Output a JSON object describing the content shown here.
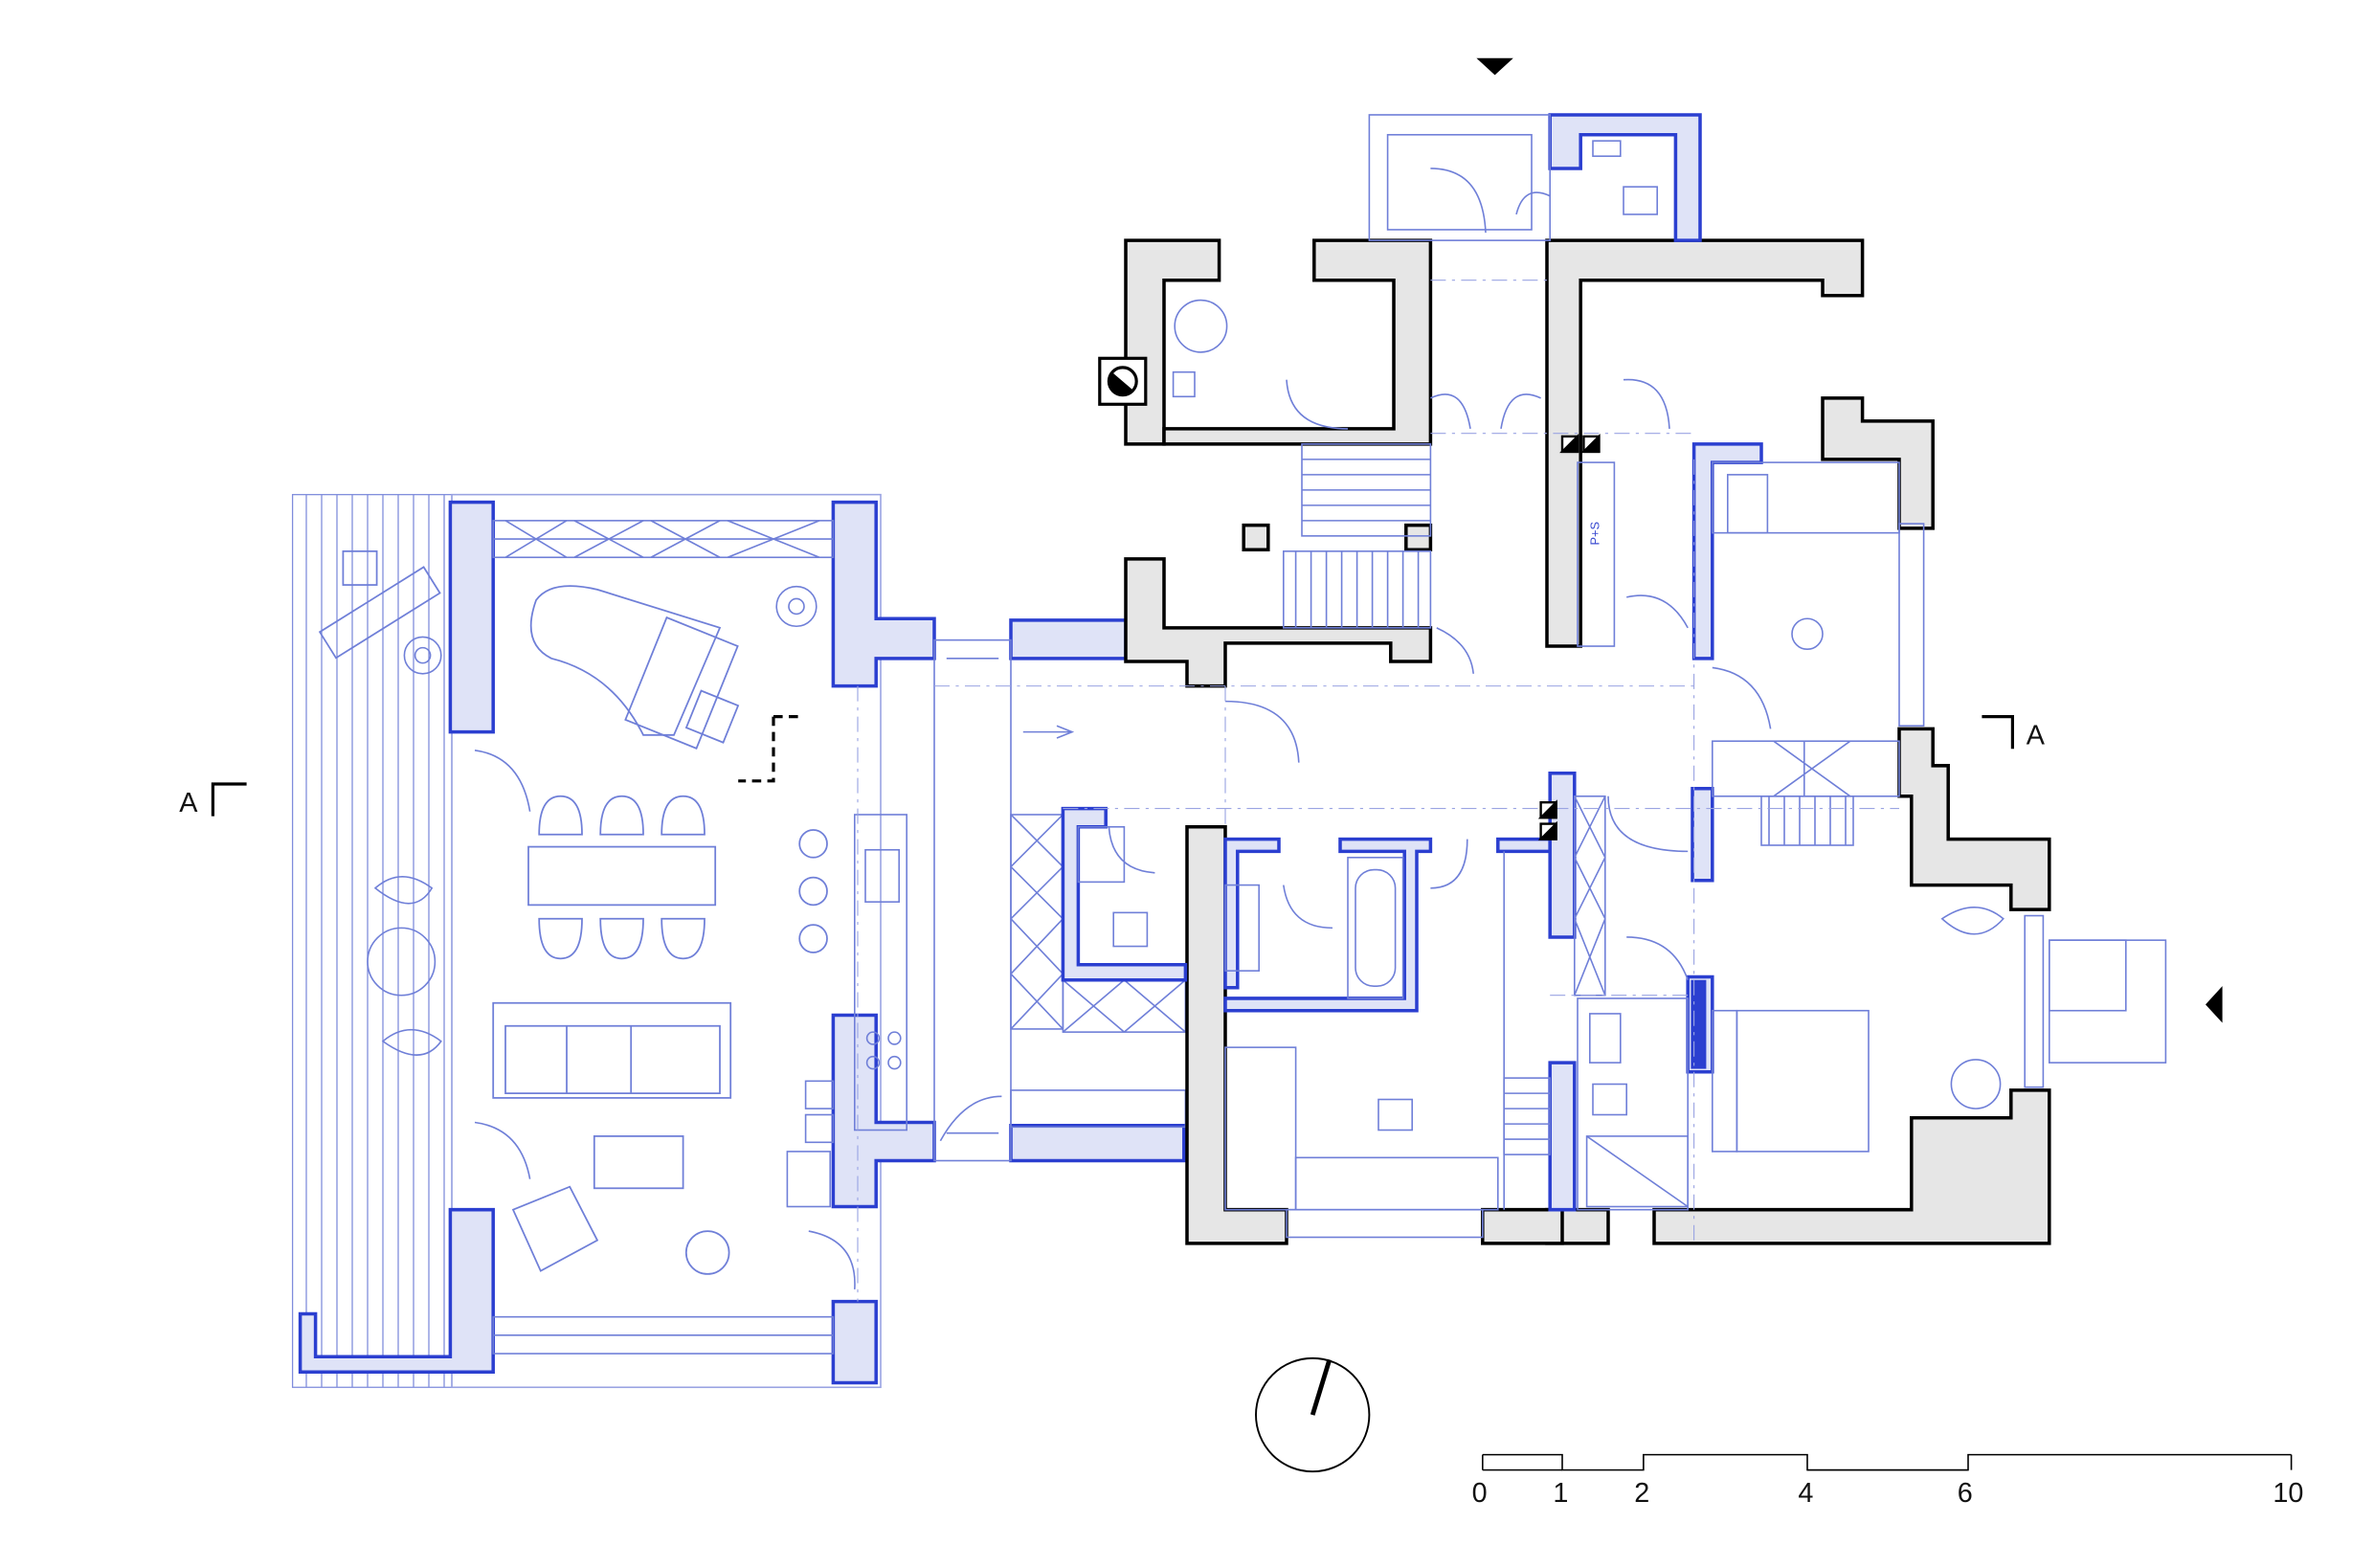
{
  "section_marker": {
    "left_label": "A",
    "right_label": "A"
  },
  "scale_bar": {
    "labels": [
      "0",
      "1",
      "2",
      "4",
      "6",
      "10"
    ]
  },
  "annotations": {
    "utility_label": "P+S"
  },
  "colors": {
    "existing_wall": "#000000",
    "wall_fill": "#e6e6e6",
    "new_construction": "#2b3fd0",
    "new_fill": "#dfe3f7",
    "furniture_line": "#6f7fd8"
  },
  "icons": [
    "north-arrow-icon",
    "entrance-arrow-icon",
    "section-marker-icon"
  ]
}
